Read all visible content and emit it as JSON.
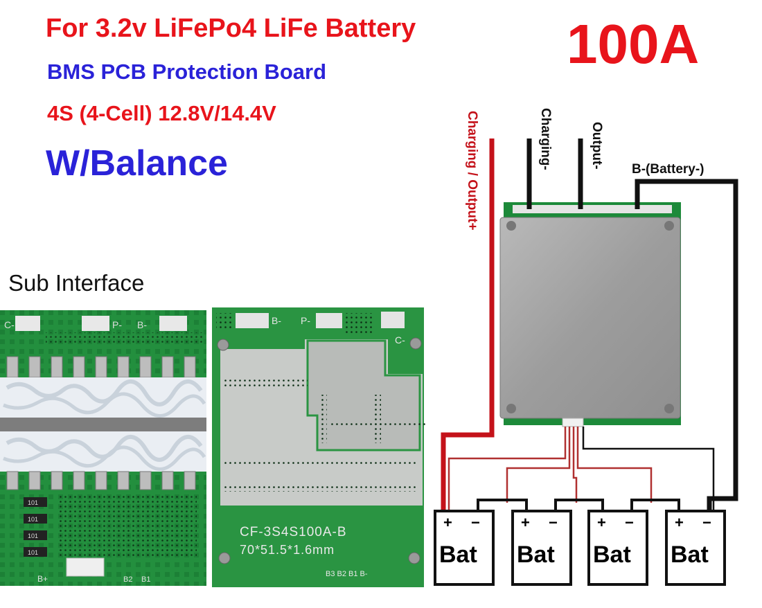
{
  "header": {
    "title_line1": "For 3.2v LiFePo4 LiFe Battery",
    "title_line2": "BMS PCB Protection Board",
    "title_line3": "4S (4-Cell) 12.8V/14.4V",
    "title_line4": "W/Balance",
    "current_rating": "100A"
  },
  "left_photo": {
    "caption": "Sub Interface",
    "board1_pad_labels": [
      "C-",
      "P-",
      "B-",
      "B+",
      "B2",
      "B1"
    ],
    "board2_pad_labels": [
      "B-",
      "P-",
      "C-"
    ],
    "board2_model": "CF-3S4S100A-B",
    "board2_size": "70*51.5*1.6mm",
    "board2_balance_pins": "B3 B2 B1 B-",
    "resistor_marking": "101"
  },
  "wiring": {
    "label_charging_output_plus": "Charging / Output+",
    "label_charging_minus": "Charging-",
    "label_output_minus": "Output-",
    "label_battery_minus": "B-(Battery-)",
    "batteries": [
      {
        "label": "Bat",
        "plus": "+",
        "minus": "−"
      },
      {
        "label": "Bat",
        "plus": "+",
        "minus": "−"
      },
      {
        "label": "Bat",
        "plus": "+",
        "minus": "−"
      },
      {
        "label": "Bat",
        "plus": "+",
        "minus": "−"
      }
    ]
  },
  "colors": {
    "red_text": "#e8141b",
    "blue_text": "#2a22d8",
    "pcb_green": "#1f8a3a",
    "heatsink_gray": "#a9a9a9",
    "wire_red": "#c4121a",
    "wire_black": "#111111"
  }
}
